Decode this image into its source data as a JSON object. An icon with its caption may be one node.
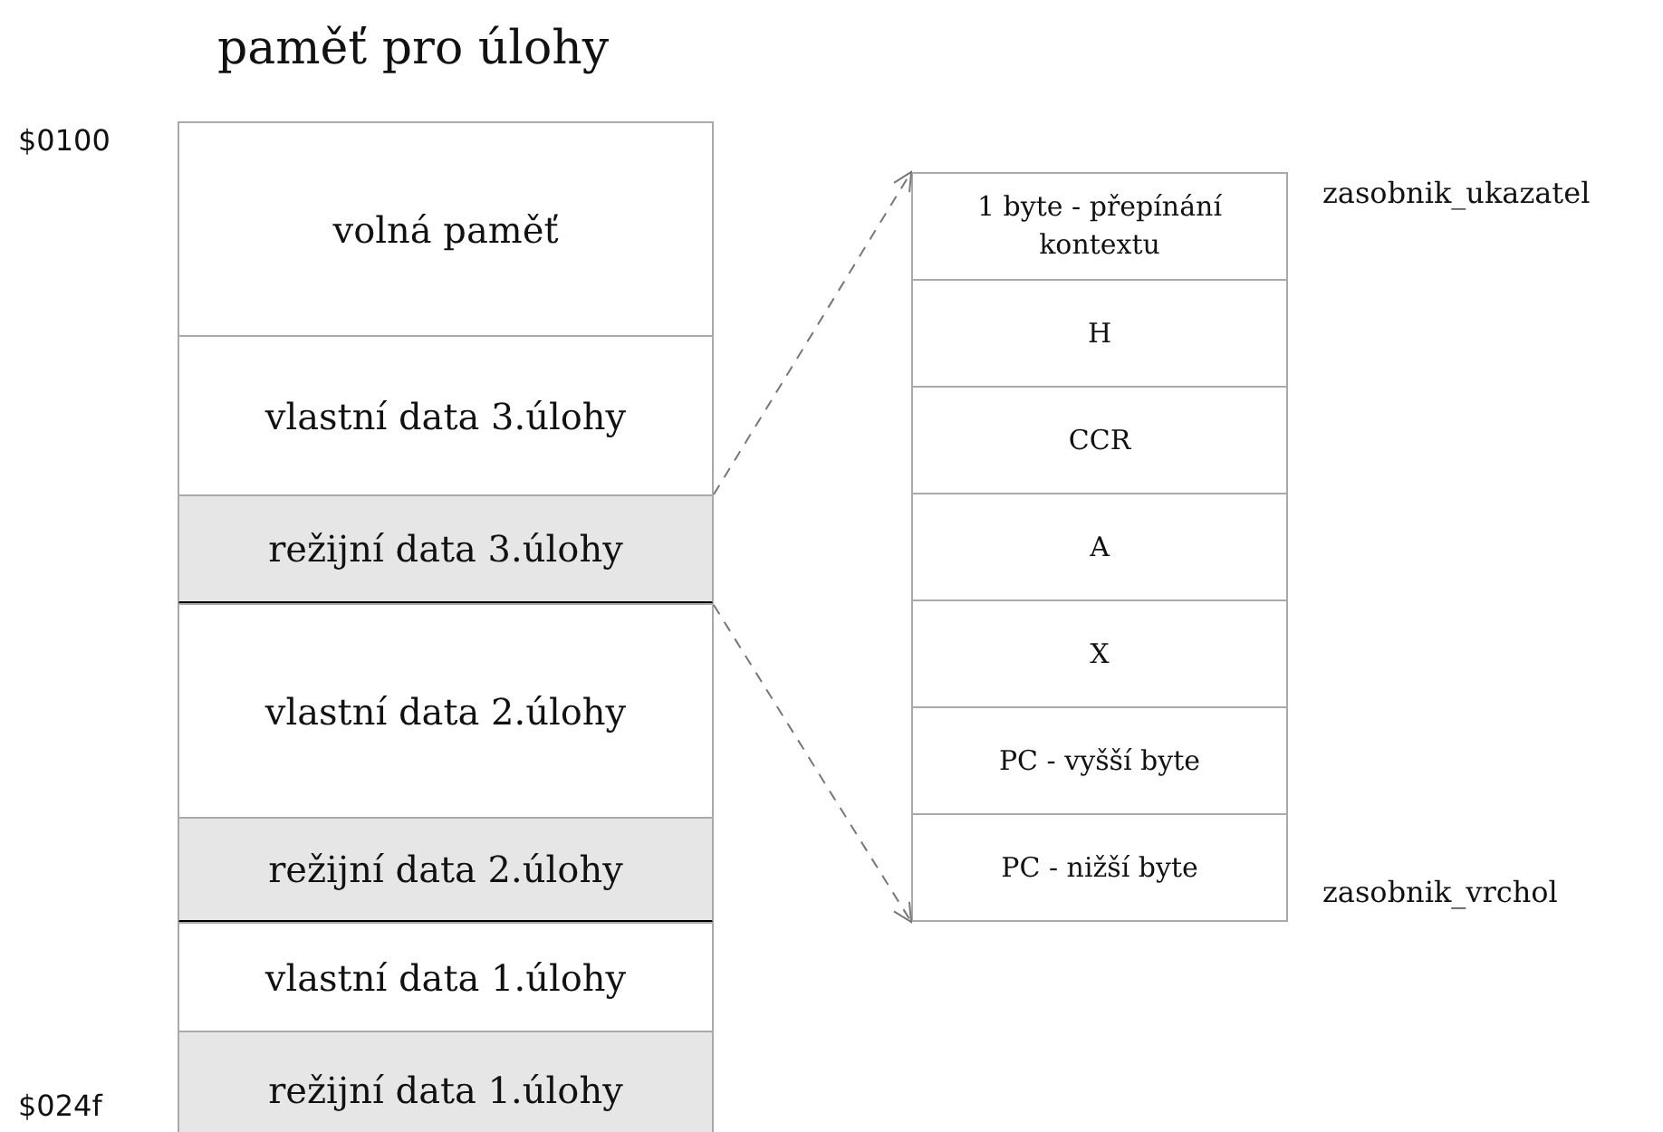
{
  "diagram": {
    "title": "paměť pro úlohy",
    "nodes": [
      {
        "text": [
          "volná paměť"
        ]
      },
      {
        "text": [
          "vlastní data 3.úlohy"
        ]
      },
      {
        "text": [
          "režijní data 3.úlohy"
        ]
      },
      {
        "text": [
          "vlastní data 2.úlohy"
        ]
      },
      {
        "text": [
          "režijní data 2.úlohy"
        ]
      },
      {
        "text": [
          "vlastní data 1.úlohy"
        ]
      },
      {
        "text": [
          "režijní data 1.úlohy"
        ]
      },
      {
        "text": [
          "1 byte - přepínání kontextu"
        ]
      },
      {
        "text": [
          "H"
        ]
      },
      {
        "text": [
          "CCR"
        ]
      },
      {
        "text": [
          "A"
        ]
      },
      {
        "text": [
          "X"
        ]
      },
      {
        "text": [
          "PC - vyšší byte"
        ]
      },
      {
        "text": [
          "PC - nižší byte"
        ]
      }
    ],
    "edges": [
      {
        "from": 2,
        "to": 7,
        "arrow": "to",
        "style": "dashed"
      },
      {
        "from": 2,
        "to": 13,
        "arrow": "to",
        "style": "dashed"
      }
    ],
    "labels": [
      "$0100",
      "zasobnik_ukazatel",
      "zasobnik_vrchol",
      "$024f"
    ]
  }
}
